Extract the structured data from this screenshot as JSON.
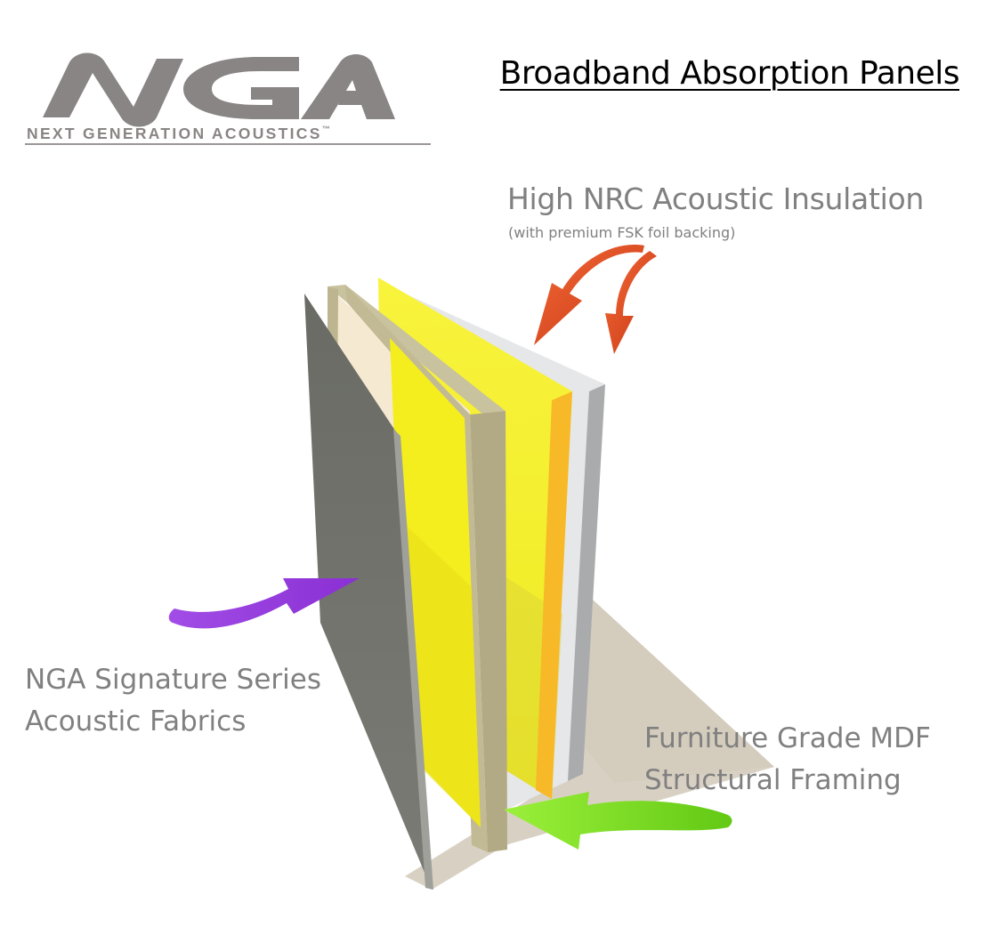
{
  "logo": {
    "letters": "NGA",
    "tagline": "NEXT GENERATION ACOUSTICS",
    "trademark": "™"
  },
  "title": "Broadband Absorption Panels",
  "labels": {
    "insulation": {
      "main": "High NRC Acoustic Insulation",
      "sub": "(with premium FSK foil backing)"
    },
    "fabric": {
      "line1": "NGA Signature Series",
      "line2": "Acoustic Fabrics"
    },
    "mdf": {
      "line1": "Furniture Grade MDF",
      "line2": "Structural Framing"
    }
  },
  "colors": {
    "fabric_layer": "#6f7069",
    "mdf_frame": "#b4ad88",
    "insulation": "#f5ee2a",
    "insulation_edge": "#f6b92a",
    "foil_backing": "#c9cacb",
    "shadow": "#d6cfc2",
    "arrow_insulation": "#e04a20",
    "arrow_fabric": "#9b3ce0",
    "arrow_mdf": "#7ce31c",
    "label_text": "#808080",
    "logo": "#8a8585"
  }
}
